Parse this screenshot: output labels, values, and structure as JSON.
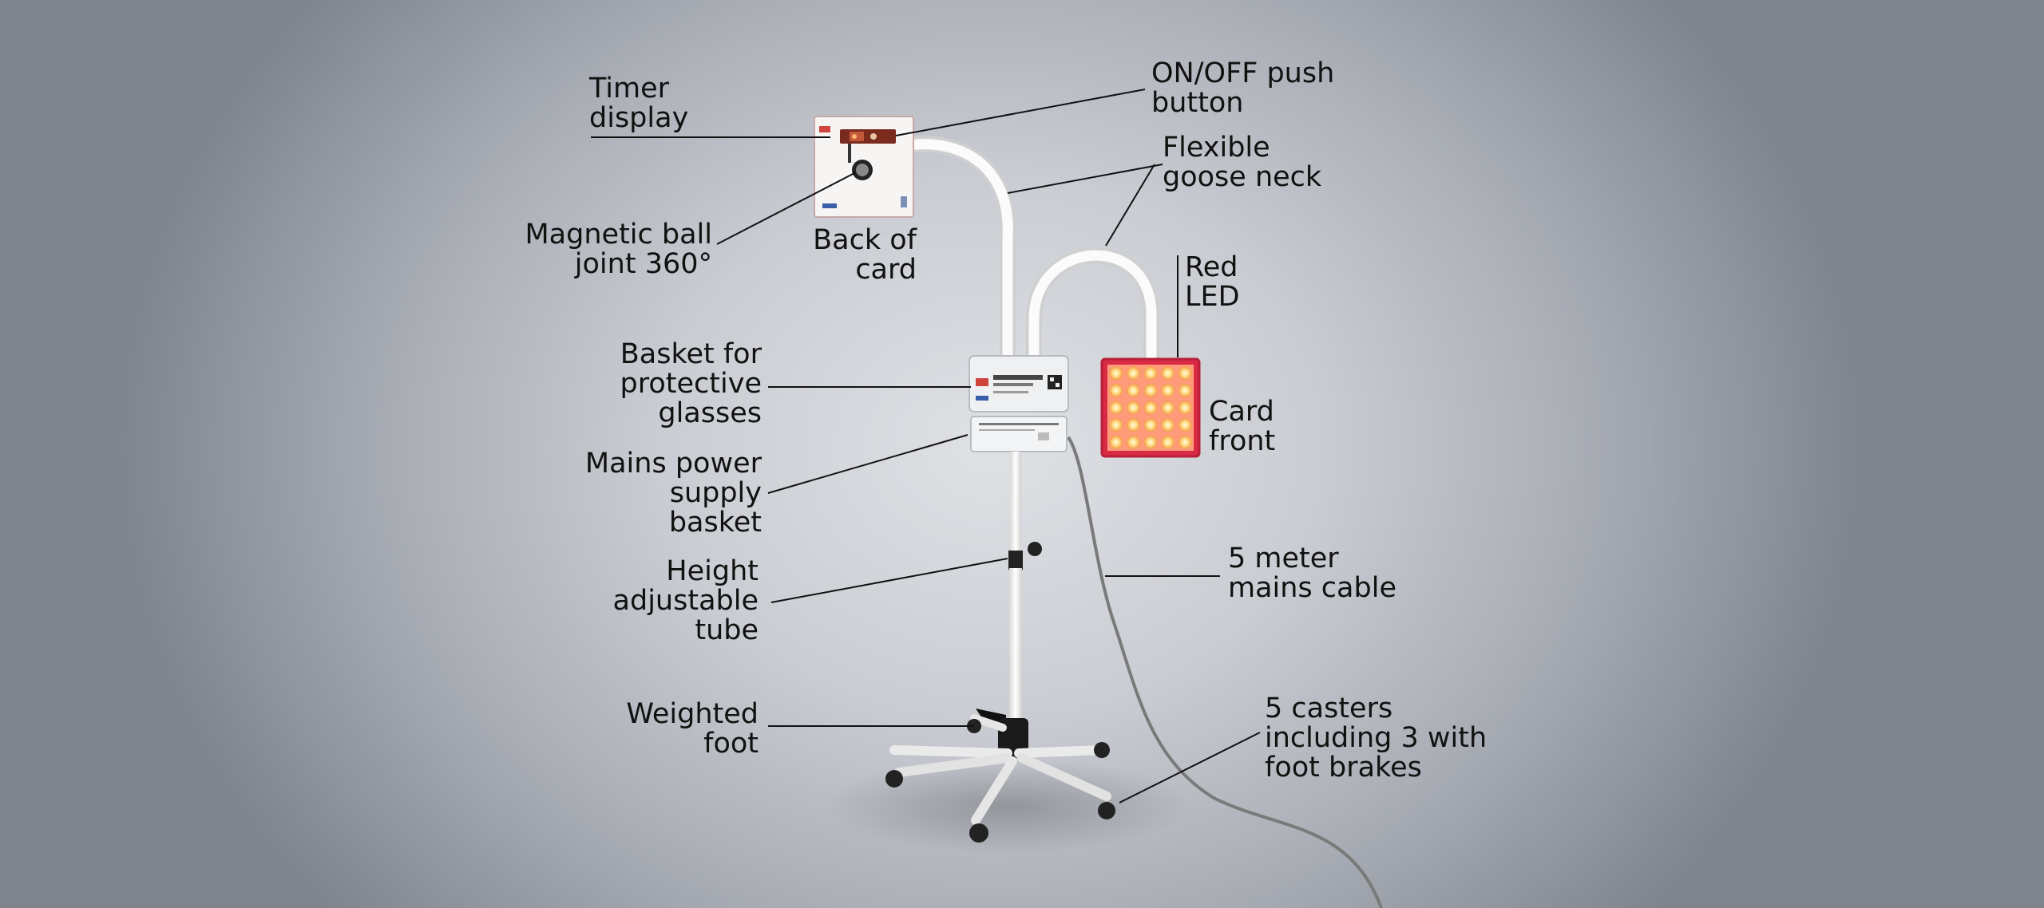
{
  "labels": {
    "timer_display": "Timer\ndisplay",
    "on_off_button": "ON/OFF push\nbutton",
    "flexible_goose_neck": "Flexible\ngoose neck",
    "magnetic_ball_joint": "Magnetic ball\njoint 360°",
    "back_of_card": "Back of\ncard",
    "red_led": "Red\nLED",
    "basket_glasses": "Basket for\nprotective\nglasses",
    "card_front": "Card\nfront",
    "mains_power_basket": "Mains power\nsupply\nbasket",
    "height_tube": "Height\nadjustable\ntube",
    "mains_cable": "5 meter\nmains cable",
    "weighted_foot": "Weighted\nfoot",
    "casters": "5 casters\nincluding 3 with\nfoot brakes"
  },
  "colors": {
    "led_glow": "#ffd27a",
    "led_frame": "#e0304a",
    "stand_white": "#f4f4f4",
    "base_black": "#1a1a1a"
  }
}
